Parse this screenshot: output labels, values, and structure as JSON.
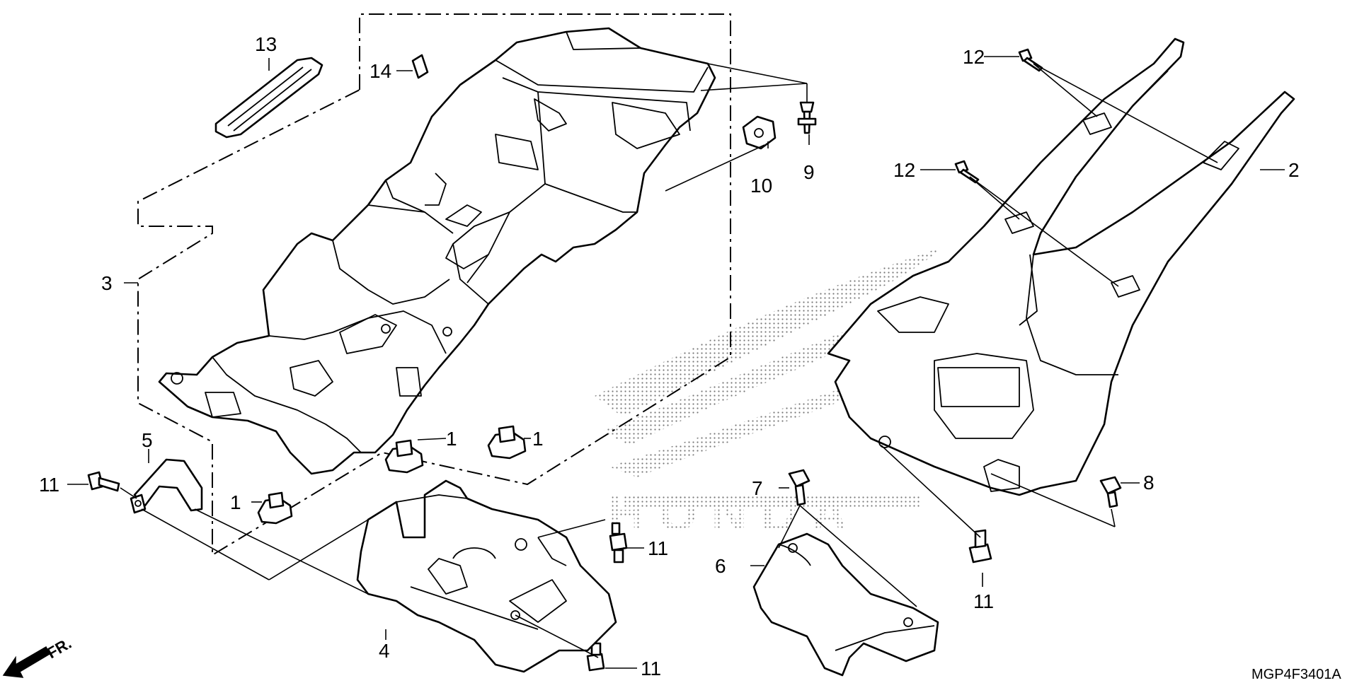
{
  "diagram_code": "MGP4F3401A",
  "direction_label": "FR.",
  "callouts": {
    "c1a": "1",
    "c1b": "1",
    "c1c": "1",
    "c2": "2",
    "c3": "3",
    "c4": "4",
    "c5": "5",
    "c6": "6",
    "c7": "7",
    "c8": "8",
    "c9": "9",
    "c10": "10",
    "c11a": "11",
    "c11b": "11",
    "c11c": "11",
    "c11d": "11",
    "c12a": "12",
    "c12b": "12",
    "c13": "13",
    "c14": "14"
  },
  "watermark": "HONDA"
}
